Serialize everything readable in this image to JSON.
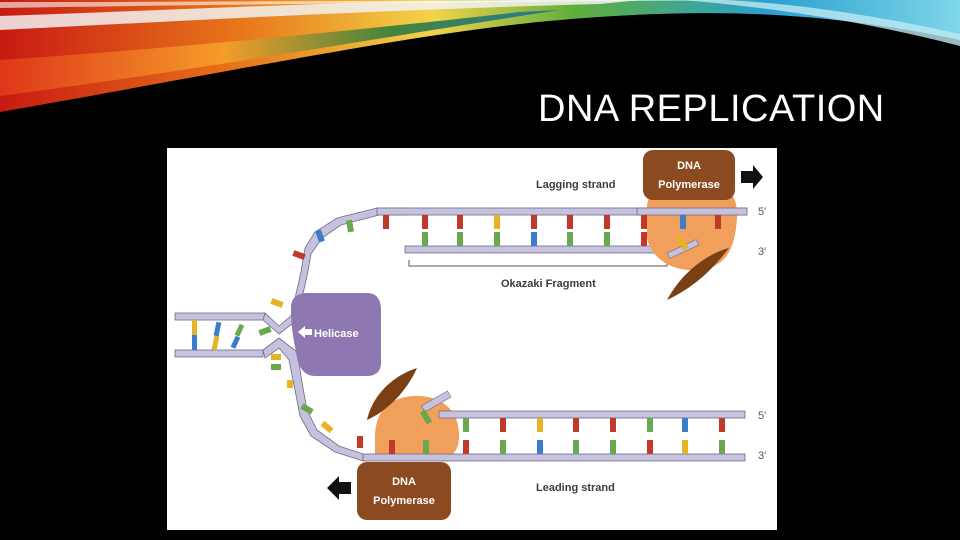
{
  "slide": {
    "title": "DNA REPLICATION"
  },
  "diagram": {
    "labels": {
      "lagging_strand": "Lagging strand",
      "leading_strand": "Leading strand",
      "okazaki_fragment": "Okazaki Fragment",
      "helicase": "Helicase",
      "polymerase_top_line1": "DNA",
      "polymerase_top_line2": "Polymerase",
      "polymerase_bottom_line1": "DNA",
      "polymerase_bottom_line2": "Polymerase",
      "top_five_prime": "5′",
      "top_three_prime": "3′",
      "bottom_five_prime": "5′",
      "bottom_three_prime": "3′"
    },
    "colors": {
      "backbone": "#c6c1dc",
      "backbone_stroke": "#6f6a8a",
      "helicase": "#8e78b2",
      "polymerase_body": "#f0a05a",
      "polymerase_box": "#8b4a1f",
      "primer_wedge": "#7a3f12",
      "base_A": "#c0392b",
      "base_T": "#6aa84f",
      "base_G": "#3d7cc9",
      "base_C": "#e6b422"
    },
    "icons": {
      "helicase_arrow": "arrow-left-icon",
      "polymerase_top_arrow": "arrow-right-icon",
      "polymerase_bottom_arrow": "arrow-left-icon"
    }
  }
}
